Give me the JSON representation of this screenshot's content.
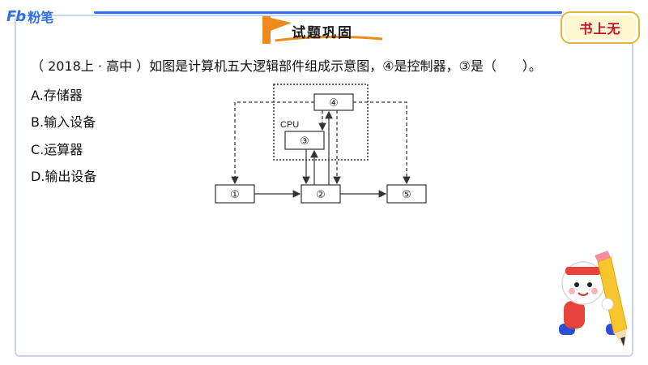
{
  "brand": {
    "mark": "Fb",
    "name": "粉笔"
  },
  "header": {
    "title": "试题巩固",
    "stamp": "书上无"
  },
  "question": {
    "text": "（ 2018上 · 高中 ）如图是计算机五大逻辑部件组成示意图，④是控制器，③是（　　）。",
    "options": [
      "A.存储器",
      "B.输入设备",
      "C.运算器",
      "D.输出设备"
    ]
  },
  "diagram": {
    "cpu_label": "CPU",
    "nodes": [
      "①",
      "②",
      "③",
      "④",
      "⑤"
    ]
  },
  "colors": {
    "accent": "#2f6fe8",
    "flag": "#f08a1c",
    "stamp_red": "#c8102e"
  }
}
